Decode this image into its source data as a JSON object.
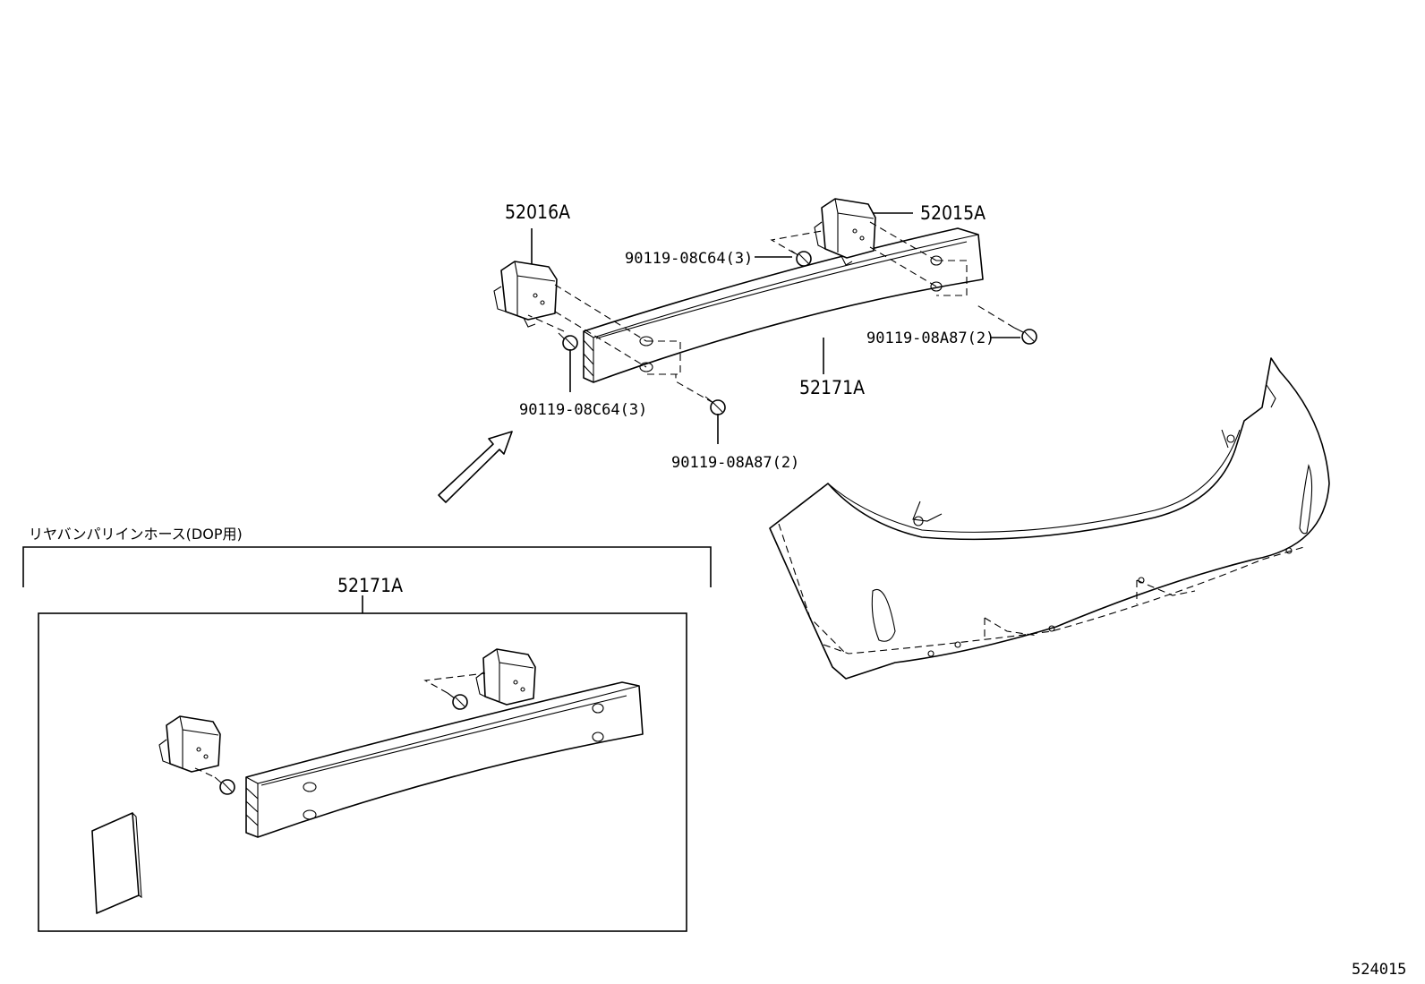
{
  "labels": {
    "part_52016A": "52016A",
    "part_52015A": "52015A",
    "bolt_08C64_right": "90119-08C64(3)",
    "bolt_08C64_left": "90119-08C64(3)",
    "bolt_08A87_right": "90119-08A87(2)",
    "bolt_08A87_bottom": "90119-08A87(2)",
    "part_52171A_main": "52171A",
    "part_52171A_kit": "52171A"
  },
  "kit_caption": "リヤバンパリインホース(DOP用)",
  "diagram_number": "524015"
}
